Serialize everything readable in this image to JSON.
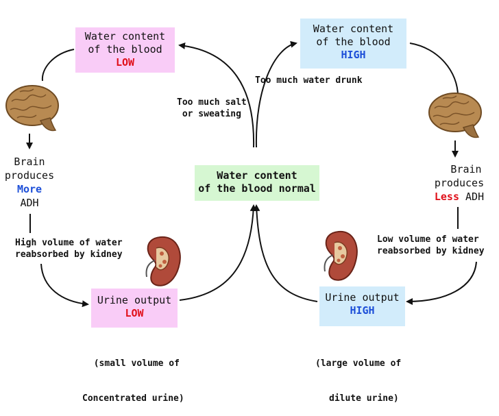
{
  "boxes": {
    "top_left": {
      "line1": "Water content",
      "line2": "of the blood",
      "level": "LOW"
    },
    "top_right": {
      "line1": "Water content",
      "line2": "of the blood",
      "level": "HIGH"
    },
    "center": {
      "line1": "Water content",
      "line2": "of the blood normal"
    },
    "bottom_left": {
      "line1": "Urine output",
      "level": "LOW"
    },
    "bottom_right": {
      "line1": "Urine output",
      "level": "HIGH"
    }
  },
  "labels": {
    "too_much_water": "Too much water drunk",
    "too_much_salt": "Too much salt\n or sweating",
    "high_volume": "High volume of water\nreabsorbed by kidney",
    "low_volume": "Low volume of water\nreabsorbed by kidney",
    "small_volume_line1": "(small volume of",
    "small_volume_line2": "Concentrated urine)",
    "large_volume_line1": "(large volume of",
    "large_volume_line2": "dilute urine)"
  },
  "brain_left": {
    "line1": "Brain",
    "line2": "produces",
    "amount": "More",
    "line4": "ADH"
  },
  "brain_right": {
    "line1": "Brain",
    "line2": "produces",
    "amount": "Less",
    "line4": "ADH"
  },
  "icons": {
    "brain": "brain-icon",
    "kidney": "kidney-icon",
    "arrow": "arrow-icon"
  },
  "colors": {
    "pink_box": "#f9ccf7",
    "blue_box": "#d2ecfb",
    "green_box": "#d6f7d2",
    "low_red": "#e0101a",
    "high_blue": "#1d4fd8"
  }
}
